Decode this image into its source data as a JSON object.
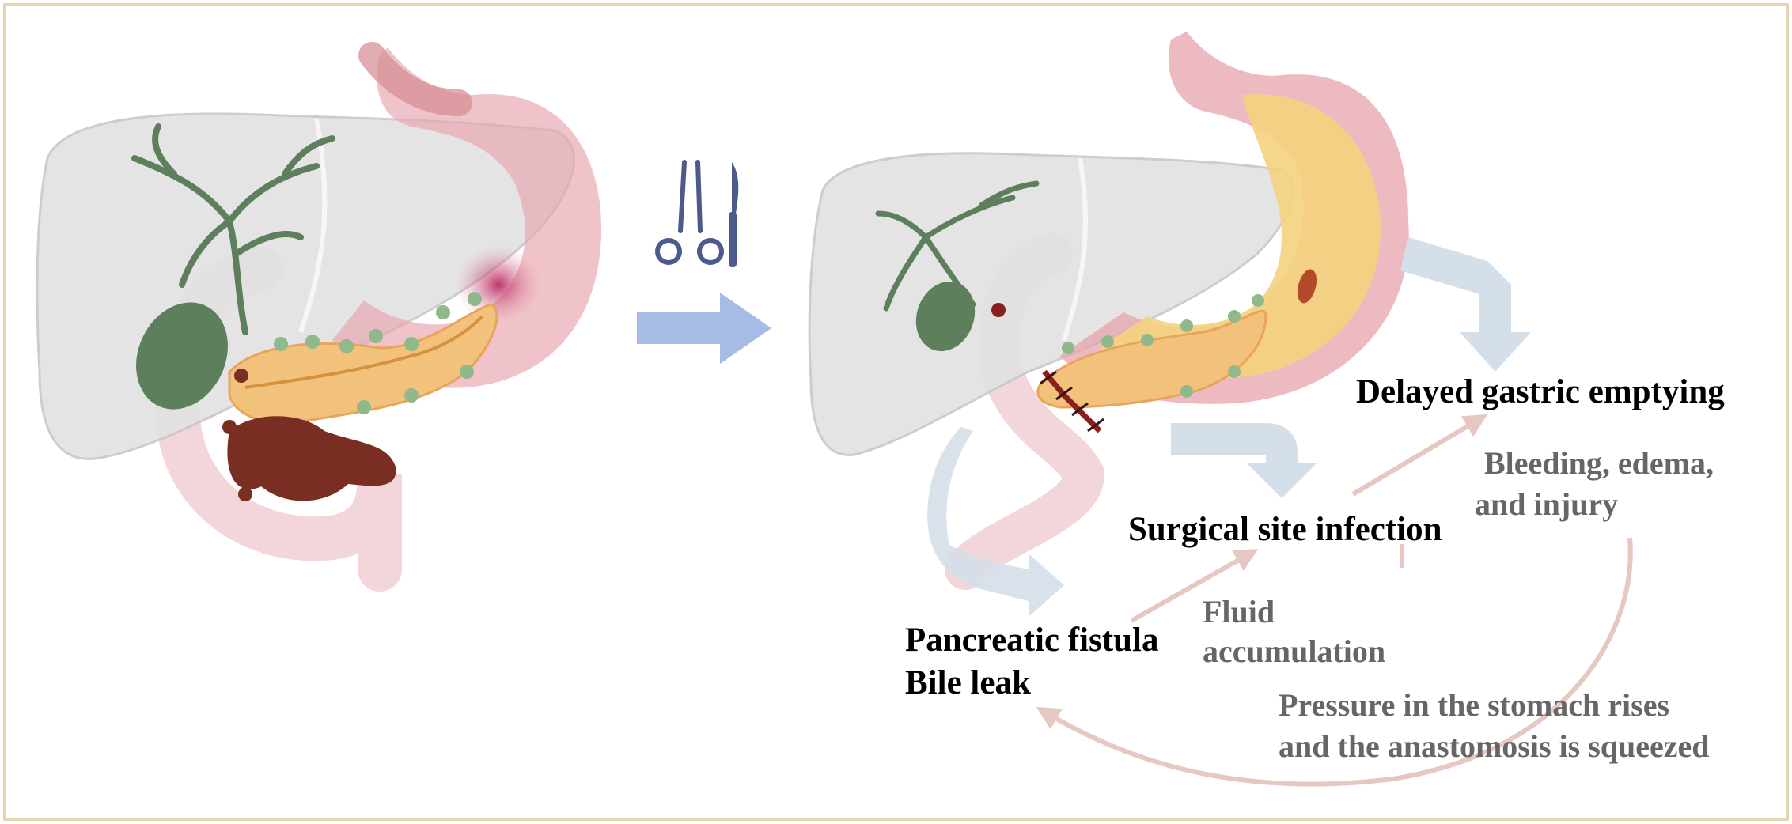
{
  "colors": {
    "frame": "#e9d3ae",
    "arrow": "#a7bce4",
    "flow_arrow": "#d5dfe9",
    "thin_arrow": "#e6c7c2",
    "primary_text": "#000000",
    "secondary_text": "#666666",
    "liver": "#dedede",
    "stomach": "#e8a3ad",
    "pancreas": "#f2c27c",
    "gallbladder": "#5d7f5c",
    "tumor": "#7a2e23"
  },
  "icons": [
    "scissors-icon",
    "scalpel-icon",
    "liver-illustration",
    "stomach-illustration",
    "pancreas-illustration"
  ],
  "labels": {
    "delayed_gastric": "Delayed gastric emptying",
    "bleeding_line1": "Bleeding, edema,",
    "bleeding_line2": "and injury",
    "surgical_site": "Surgical site infection",
    "fluid_line1": "Fluid",
    "fluid_line2": "accumulation",
    "pancreatic_fistula": "Pancreatic fistula",
    "bile_leak": "Bile leak",
    "pressure_line1": "Pressure in the stomach rises",
    "pressure_line2": "and the anastomosis is squeezed"
  }
}
